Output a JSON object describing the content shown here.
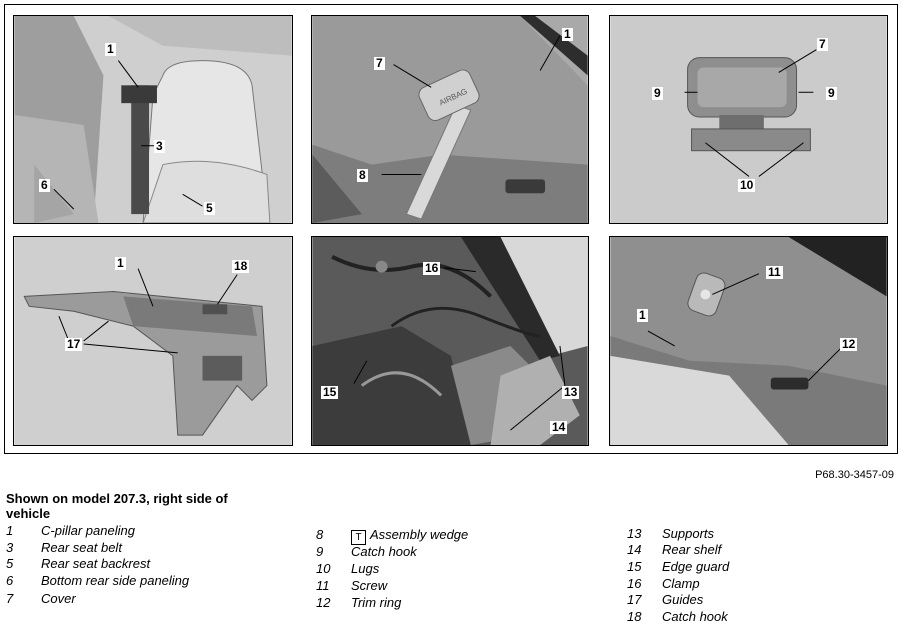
{
  "panels": [
    {
      "id": "p1",
      "callouts": [
        "1",
        "3",
        "6",
        "5"
      ]
    },
    {
      "id": "p2",
      "callouts": [
        "1",
        "7",
        "8"
      ]
    },
    {
      "id": "p3",
      "callouts": [
        "7",
        "9",
        "9",
        "10"
      ]
    },
    {
      "id": "p4",
      "callouts": [
        "1",
        "18",
        "17"
      ]
    },
    {
      "id": "p5",
      "callouts": [
        "16",
        "15",
        "13",
        "14"
      ]
    },
    {
      "id": "p6",
      "callouts": [
        "11",
        "1",
        "12"
      ]
    }
  ],
  "airbag_text": "AIRBAG",
  "figure_ref": "P68.30-3457-09",
  "caption_title": "Shown on model 207.3, right side of vehicle",
  "legend": [
    {
      "num": "1",
      "label": "C-pillar paneling"
    },
    {
      "num": "3",
      "label": "Rear seat belt"
    },
    {
      "num": "5",
      "label": "Rear seat backrest"
    },
    {
      "num": "6",
      "label": "Bottom rear side paneling"
    },
    {
      "num": "7",
      "label": "Cover"
    },
    {
      "num": "8",
      "label": "Assembly wedge",
      "icon": "tool-icon",
      "icon_glyph": "T"
    },
    {
      "num": "9",
      "label": "Catch hook"
    },
    {
      "num": "10",
      "label": "Lugs"
    },
    {
      "num": "11",
      "label": "Screw"
    },
    {
      "num": "12",
      "label": "Trim ring"
    },
    {
      "num": "13",
      "label": "Supports"
    },
    {
      "num": "14",
      "label": "Rear shelf"
    },
    {
      "num": "15",
      "label": "Edge guard"
    },
    {
      "num": "16",
      "label": "Clamp"
    },
    {
      "num": "17",
      "label": "Guides"
    },
    {
      "num": "18",
      "label": "Catch hook"
    }
  ]
}
